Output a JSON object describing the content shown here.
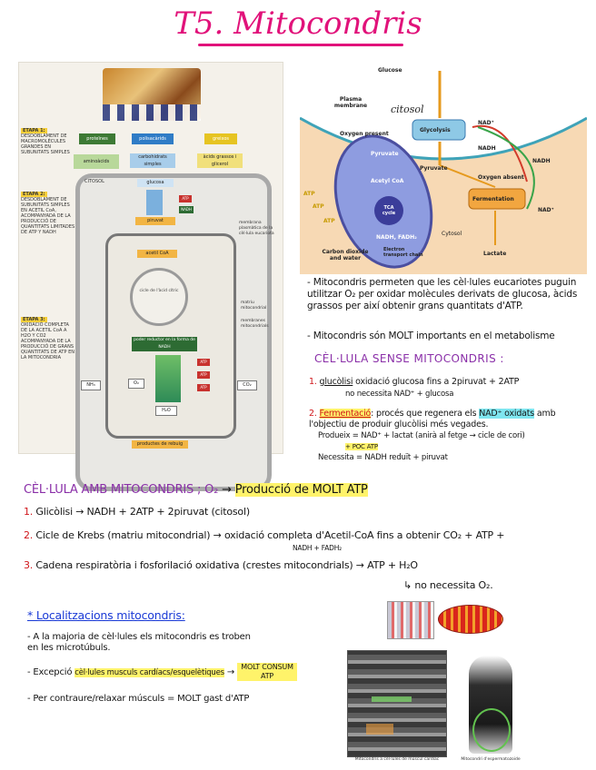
{
  "title": "T5. Mitocondris",
  "left_figure": {
    "food_boxes": [
      "proteïnes",
      "polisacàrids",
      "greixos"
    ],
    "sub_boxes": [
      "aminoàcids",
      "carbohidrats simples",
      "àcids grassos i glicerol"
    ],
    "stages": [
      {
        "tag": "ETAPA 1:",
        "text": "DESDOBLAMENT DE MACROMOLÈCULES GRANDES EN SUBUNITATS SIMPLES"
      },
      {
        "tag": "ETAPA 2:",
        "text": "DESDOBLAMENT DE SUBUNITATS SIMPLES EN ACETIL CoA, ACOMPANYADA DE LA PRODUCCIÓ DE QUANTITATS LIMITADES DE ATP Y NADH"
      },
      {
        "tag": "ETAPA 3:",
        "text": "OXIDACIÓ COMPLETA DE LA ACETIL CoA A H2O Y CO2 ACOMPANYADA DE LA PRODUCCIÓ DE GRANS QUANTITATS DE ATP EN LA MITOCONDRIA"
      }
    ],
    "cytosol": "CITOSOL",
    "glucose": "glucosa",
    "atp": "ATP",
    "nadh": "NADH",
    "pyruvate": "piruvat",
    "acetyl": "acetil CoA",
    "cycle": "cicle de l'àcid cítric",
    "reducer": "poder reductor en la forma de NADH",
    "o2": "O₂",
    "h2o": "H₂O",
    "nh3": "NH₃",
    "co2": "CO₂",
    "waste": "productes de rebuig",
    "side_labels": [
      "membrana plasmàtica de la cèl·lula eucariota",
      "matriu mitocondrial",
      "membranes mitocondrials"
    ]
  },
  "right_figure": {
    "glucose": "Glucose",
    "plasma_membrane": "Plasma membrane",
    "cytosol_handwritten": "citosol",
    "oxygen_present": "Oxygen present",
    "glycolysis": "Glycolysis",
    "nad": "NAD⁺",
    "nadh": "NADH",
    "pyruvate": "Pyruvate",
    "oxygen_absent": "Oxygen absent",
    "fermentation": "Fermentation",
    "acetyl": "Acetyl CoA",
    "tca": "TCA cycle",
    "nadh_fadh": "NADH, FADH₂",
    "etc": "Electron transport chain",
    "atp": "ATP",
    "co2_water": "Carbon dioxide and water",
    "cytosol": "Cytosol",
    "lactate": "Lactate"
  },
  "notes": {
    "p1": "- Mitocondris permeten que les cèl·lules eucariotes puguin utilitzar O₂ per oxidar molècules derivats de glucosa, àcids grassos per així obtenir grans quantitats d'ATP.",
    "p2": "- Mitocondris són MOLT importants en el metabolisme",
    "heading1": "CÈL·LULA SENSE MITOCONDRIS :",
    "item1_num": "1.",
    "item1_a": "glucòlisi",
    "item1_b": "oxidació glucosa fins a 2piruvat + 2ATP",
    "item1_c": "no necessita NAD⁺ + glucosa",
    "item2_num": "2.",
    "item2_a": "Fermentació",
    "item2_b": ": procés que regenera els",
    "item2_hl": "NAD⁺ oxidats",
    "item2_c": "amb l'objectiu de produir glucòlisi més vegades.",
    "item2_d": "Produeix = NAD⁺ + lactat (anirà al fetge → cicle de cori)",
    "item2_e": "+ POC ATP",
    "item2_f": "Necessita = NADH reduït + piruvat",
    "heading2": "CÈL·LULA AMB MITOCONDRIS ; O₂",
    "heading2_arrow": "→",
    "heading2_hl": "Producció de MOLT ATP",
    "m1_num": "1.",
    "m1": "Glicòlisi → NADH + 2ATP + 2piruvat (citosol)",
    "m2_num": "2.",
    "m2": "Cicle de Krebs (matriu mitocondrial) → oxidació completa d'Acetil-CoA fins a obtenir CO₂ + ATP +",
    "m2_sub": "NADH + FADH₂",
    "m3_num": "3.",
    "m3": "Cadena respiratòria i fosforilació oxidativa (crestes mitocondrials)",
    "m3_out1": "→ ATP + H₂O",
    "m3_out2": "↳ no necessita O₂.",
    "heading3": "* Localitzacions mitocondris:",
    "l1": "- A la majoria de cèl·lules els mitocondris es troben en les microtúbuls.",
    "l2_a": "- Excepció",
    "l2_hl": "cèl·lules musculs cardíacs/esquelètiques",
    "l2_arrow": "→",
    "l2_b": "MOLT CONSUM ATP",
    "l3": "- Per contraure/relaxar músculs = MOLT gast d'ATP"
  },
  "em_images": {
    "cap1": "Mitocondris a cèl·lules de múscul cardíac",
    "cap2": "Mitocondri d'espermatozoide"
  },
  "colors": {
    "title": "#e1127a",
    "purple": "#8a2fa8",
    "red": "#d0151a",
    "blue": "#1a3ad6",
    "highlight": "#fff36a"
  }
}
